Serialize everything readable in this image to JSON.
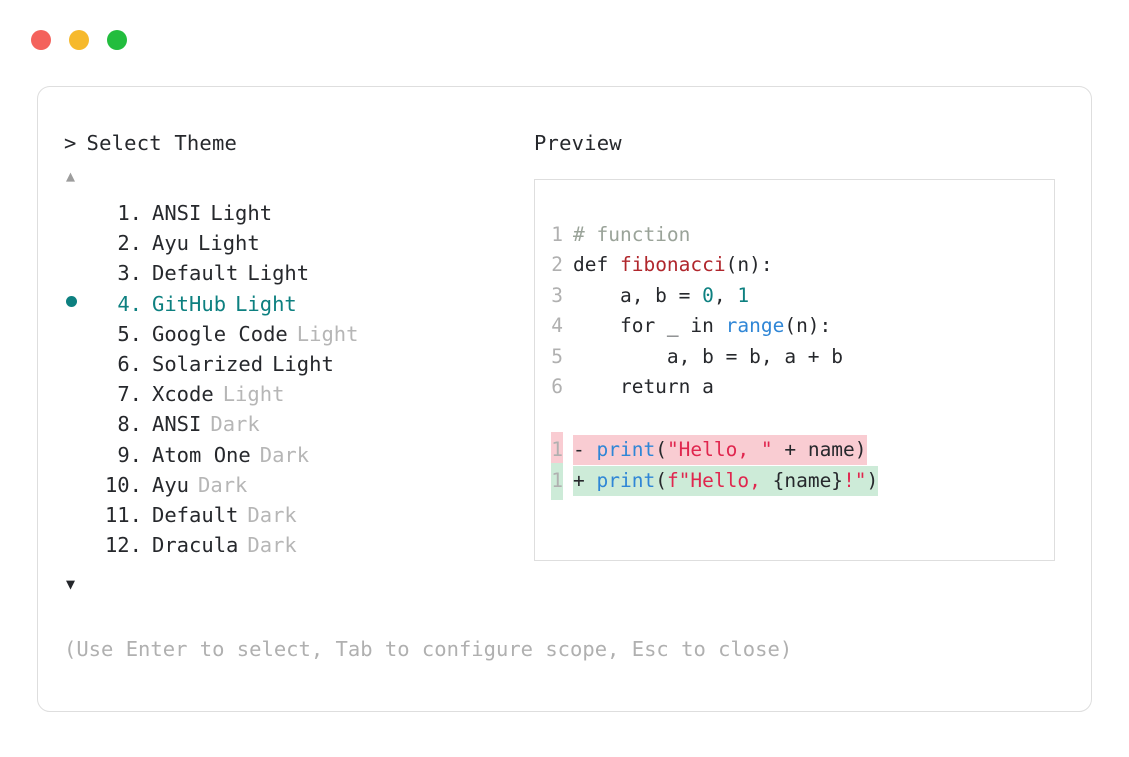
{
  "window": {
    "traffic_lights": [
      {
        "name": "close",
        "color": "#f4625c"
      },
      {
        "name": "minimize",
        "color": "#f6b92c"
      },
      {
        "name": "maximize",
        "color": "#22bd3e"
      }
    ]
  },
  "selector": {
    "prompt_symbol": ">",
    "title": "Select Theme",
    "scroll_up_icon": "▲",
    "scroll_down_icon": "▼",
    "selected_index": 4,
    "items": [
      {
        "number": "1.",
        "name": "ANSI",
        "variant": "Light",
        "variant_dim": false,
        "selected": false
      },
      {
        "number": "2.",
        "name": "Ayu",
        "variant": "Light",
        "variant_dim": false,
        "selected": false
      },
      {
        "number": "3.",
        "name": "Default",
        "variant": "Light",
        "variant_dim": false,
        "selected": false
      },
      {
        "number": "4.",
        "name": "GitHub",
        "variant": "Light",
        "variant_dim": false,
        "selected": true
      },
      {
        "number": "5.",
        "name": "Google Code",
        "variant": "Light",
        "variant_dim": true,
        "selected": false
      },
      {
        "number": "6.",
        "name": "Solarized",
        "variant": "Light",
        "variant_dim": false,
        "selected": false
      },
      {
        "number": "7.",
        "name": "Xcode",
        "variant": "Light",
        "variant_dim": true,
        "selected": false
      },
      {
        "number": "8.",
        "name": "ANSI",
        "variant": "Dark",
        "variant_dim": true,
        "selected": false
      },
      {
        "number": "9.",
        "name": "Atom One",
        "variant": "Dark",
        "variant_dim": true,
        "selected": false
      },
      {
        "number": "10.",
        "name": "Ayu",
        "variant": "Dark",
        "variant_dim": true,
        "selected": false
      },
      {
        "number": "11.",
        "name": "Default",
        "variant": "Dark",
        "variant_dim": true,
        "selected": false
      },
      {
        "number": "12.",
        "name": "Dracula",
        "variant": "Dark",
        "variant_dim": true,
        "selected": false
      }
    ]
  },
  "preview": {
    "title": "Preview",
    "code_lines": [
      {
        "n": "1",
        "tokens": [
          {
            "t": "# function",
            "c": "comment"
          }
        ]
      },
      {
        "n": "2",
        "tokens": [
          {
            "t": "def ",
            "c": "kw"
          },
          {
            "t": "fibonacci",
            "c": "fn"
          },
          {
            "t": "(n):",
            "c": "plain"
          }
        ]
      },
      {
        "n": "3",
        "tokens": [
          {
            "t": "    a, b = ",
            "c": "plain"
          },
          {
            "t": "0",
            "c": "num"
          },
          {
            "t": ", ",
            "c": "plain"
          },
          {
            "t": "1",
            "c": "num"
          }
        ]
      },
      {
        "n": "4",
        "tokens": [
          {
            "t": "    for _ in ",
            "c": "plain"
          },
          {
            "t": "range",
            "c": "builtin"
          },
          {
            "t": "(n):",
            "c": "plain"
          }
        ]
      },
      {
        "n": "5",
        "tokens": [
          {
            "t": "        a, b = b, a + b",
            "c": "plain"
          }
        ]
      },
      {
        "n": "6",
        "tokens": [
          {
            "t": "    return a",
            "c": "plain"
          }
        ]
      }
    ],
    "diff_lines": [
      {
        "n": "1",
        "kind": "del",
        "mark": "-",
        "tokens": [
          {
            "t": "print",
            "c": "builtin"
          },
          {
            "t": "(",
            "c": "plain"
          },
          {
            "t": "\"Hello, \"",
            "c": "str"
          },
          {
            "t": " + name)",
            "c": "plain"
          }
        ]
      },
      {
        "n": "1",
        "kind": "add",
        "mark": "+",
        "tokens": [
          {
            "t": "print",
            "c": "builtin"
          },
          {
            "t": "(",
            "c": "plain"
          },
          {
            "t": "f\"Hello, ",
            "c": "str"
          },
          {
            "t": "{name}",
            "c": "plain"
          },
          {
            "t": "!\"",
            "c": "str"
          },
          {
            "t": ")",
            "c": "plain"
          }
        ]
      }
    ]
  },
  "footer": {
    "hint": "(Use Enter to select, Tab to configure scope, Esc to close)"
  },
  "colors": {
    "accent_teal": "#0d8080",
    "diff_add_bg": "#cdebd8",
    "diff_del_bg": "#f9ccd2",
    "border": "#dedede",
    "dim_text": "#b0b0b0",
    "text": "#26282c"
  }
}
